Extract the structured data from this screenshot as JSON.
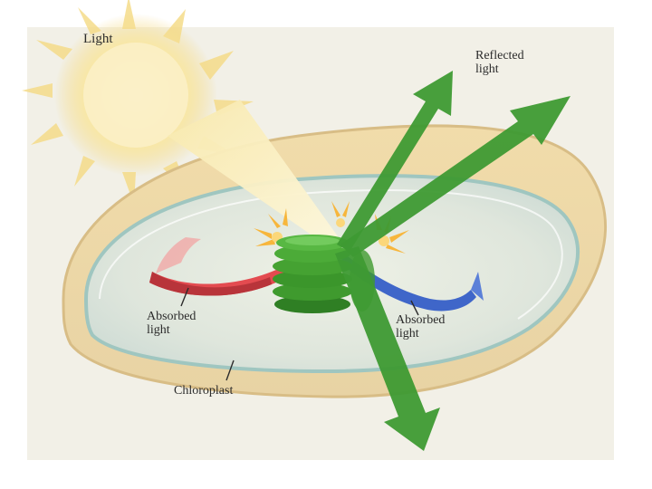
{
  "labels": {
    "light": "Light",
    "reflected_light": "Reflected\nlight",
    "absorbed_light_red": "Absorbed\nlight",
    "absorbed_light_blue": "Absorbed\nlight",
    "chloroplast": "Chloroplast"
  },
  "colors": {
    "page_background": "#ffffff",
    "figure_background": "#f1efe6",
    "sun": "#f7dd86",
    "sun_core": "#fbf1c4",
    "light_beam": "#f6e7a6",
    "outer_membrane": "#e6c98c",
    "inner_membrane": "#c4dbd4",
    "stroma": "#dfe9df",
    "grana": "#3f9a2e",
    "reflected_arrow": "#3f9a34",
    "absorbed_red": "#e04a4f",
    "absorbed_blue": "#3f64c8",
    "burst": "#f6b43c",
    "text": "#2b2b2b"
  }
}
